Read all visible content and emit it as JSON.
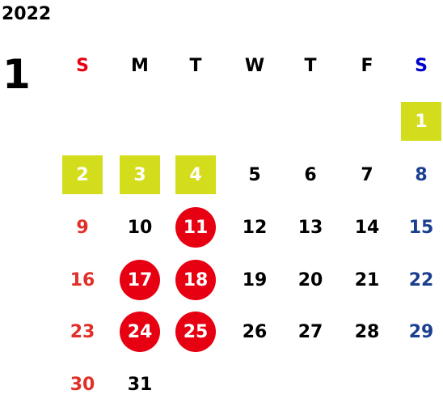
{
  "calendar": {
    "year": "2022",
    "month": "1",
    "weekdays": [
      {
        "label": "S",
        "color": "#e60012"
      },
      {
        "label": "M",
        "color": "#000000"
      },
      {
        "label": "T",
        "color": "#000000"
      },
      {
        "label": "W",
        "color": "#000000"
      },
      {
        "label": "T",
        "color": "#000000"
      },
      {
        "label": "F",
        "color": "#000000"
      },
      {
        "label": "S",
        "color": "#0000cc"
      }
    ],
    "colors": {
      "sunday": "#e0302a",
      "saturday": "#1a3f8f",
      "weekday": "#000000",
      "holiday_fill": "#d4dd1c",
      "marked_fill": "#e60012",
      "highlight_text": "#ffffff"
    },
    "first_weekday": 6,
    "days": [
      {
        "day": "1",
        "mark": "holiday"
      },
      {
        "day": "2",
        "mark": "holiday"
      },
      {
        "day": "3",
        "mark": "holiday"
      },
      {
        "day": "4",
        "mark": "holiday"
      },
      {
        "day": "5",
        "mark": ""
      },
      {
        "day": "6",
        "mark": ""
      },
      {
        "day": "7",
        "mark": ""
      },
      {
        "day": "8",
        "mark": ""
      },
      {
        "day": "9",
        "mark": ""
      },
      {
        "day": "10",
        "mark": ""
      },
      {
        "day": "11",
        "mark": "marked"
      },
      {
        "day": "12",
        "mark": ""
      },
      {
        "day": "13",
        "mark": ""
      },
      {
        "day": "14",
        "mark": ""
      },
      {
        "day": "15",
        "mark": ""
      },
      {
        "day": "16",
        "mark": ""
      },
      {
        "day": "17",
        "mark": "marked"
      },
      {
        "day": "18",
        "mark": "marked"
      },
      {
        "day": "19",
        "mark": ""
      },
      {
        "day": "20",
        "mark": ""
      },
      {
        "day": "21",
        "mark": ""
      },
      {
        "day": "22",
        "mark": ""
      },
      {
        "day": "23",
        "mark": ""
      },
      {
        "day": "24",
        "mark": "marked"
      },
      {
        "day": "25",
        "mark": "marked"
      },
      {
        "day": "26",
        "mark": ""
      },
      {
        "day": "27",
        "mark": ""
      },
      {
        "day": "28",
        "mark": ""
      },
      {
        "day": "29",
        "mark": ""
      },
      {
        "day": "30",
        "mark": ""
      },
      {
        "day": "31",
        "mark": ""
      }
    ]
  }
}
